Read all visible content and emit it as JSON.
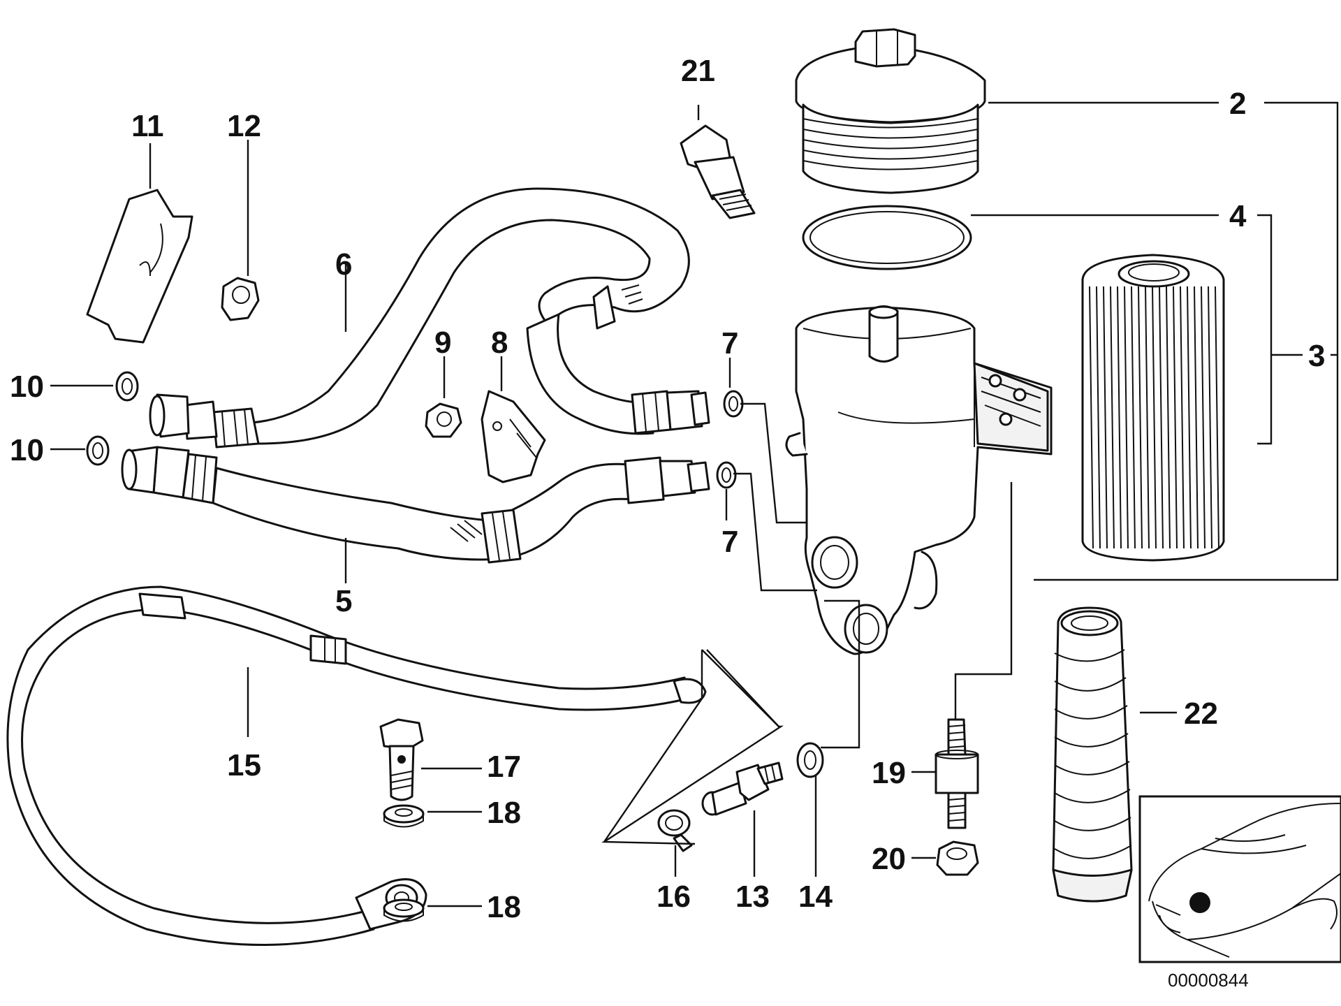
{
  "diagram": {
    "catalog_number": "00000844",
    "callouts": {
      "c2": "2",
      "c3": "3",
      "c4": "4",
      "c5": "5",
      "c6": "6",
      "c7a": "7",
      "c7b": "7",
      "c8": "8",
      "c9": "9",
      "c10a": "10",
      "c10b": "10",
      "c11": "11",
      "c12": "12",
      "c13": "13",
      "c14": "14",
      "c15": "15",
      "c16": "16",
      "c17": "17",
      "c18a": "18",
      "c18b": "18",
      "c19": "19",
      "c20": "20",
      "c21": "21",
      "c22": "22"
    },
    "colors": {
      "line": "#111111",
      "background": "#ffffff"
    }
  }
}
